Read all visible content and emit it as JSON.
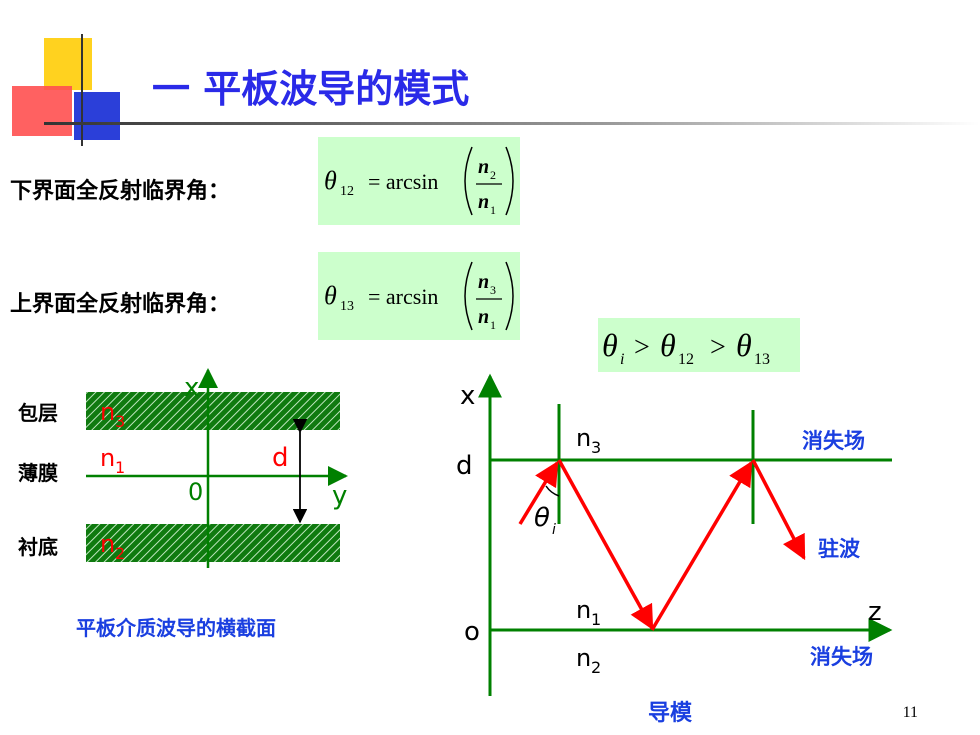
{
  "title": "一 平板波导的模式",
  "lower_label": "下界面全反射临界角：",
  "upper_label": "上界面全反射临界角：",
  "formula1": {
    "lhs_base": "θ",
    "lhs_sub": "12",
    "eq": "= arcsin",
    "num": "n",
    "num_sub": "2",
    "den": "n",
    "den_sub": "1"
  },
  "formula2": {
    "lhs_base": "θ",
    "lhs_sub": "13",
    "eq": "= arcsin",
    "num": "n",
    "num_sub": "3",
    "den": "n",
    "den_sub": "1"
  },
  "inequality": {
    "t1": "θ",
    "s1": "i",
    "gt": ">",
    "t2": "θ",
    "s2": "12",
    "t3": "θ",
    "s3": "13"
  },
  "left_diagram": {
    "cladding_label": "包层",
    "film_label": "薄膜",
    "substrate_label": "衬底",
    "n3": "n",
    "n3_sub": "3",
    "n1": "n",
    "n1_sub": "1",
    "n2": "n",
    "n2_sub": "2",
    "x_axis": "x",
    "y_axis": "y",
    "origin": "0",
    "d": "d",
    "caption": "平板介质波导的横截面"
  },
  "right_diagram": {
    "x_axis": "x",
    "z_axis": "z",
    "d": "d",
    "origin": "o",
    "n3": "n",
    "n3_sub": "3",
    "n1": "n",
    "n1_sub": "1",
    "n2": "n",
    "n2_sub": "2",
    "theta": "θ",
    "theta_sub": "i",
    "evanescent_top": "消失场",
    "standing_wave": "驻波",
    "evanescent_bottom": "消失场",
    "guided_mode": "导模"
  },
  "page_number": "11",
  "colors": {
    "title": "#2a2ae8",
    "green": "#008000",
    "red": "#ff0000",
    "blue": "#1a3fe0",
    "formula_bg": "#ccffcc"
  }
}
